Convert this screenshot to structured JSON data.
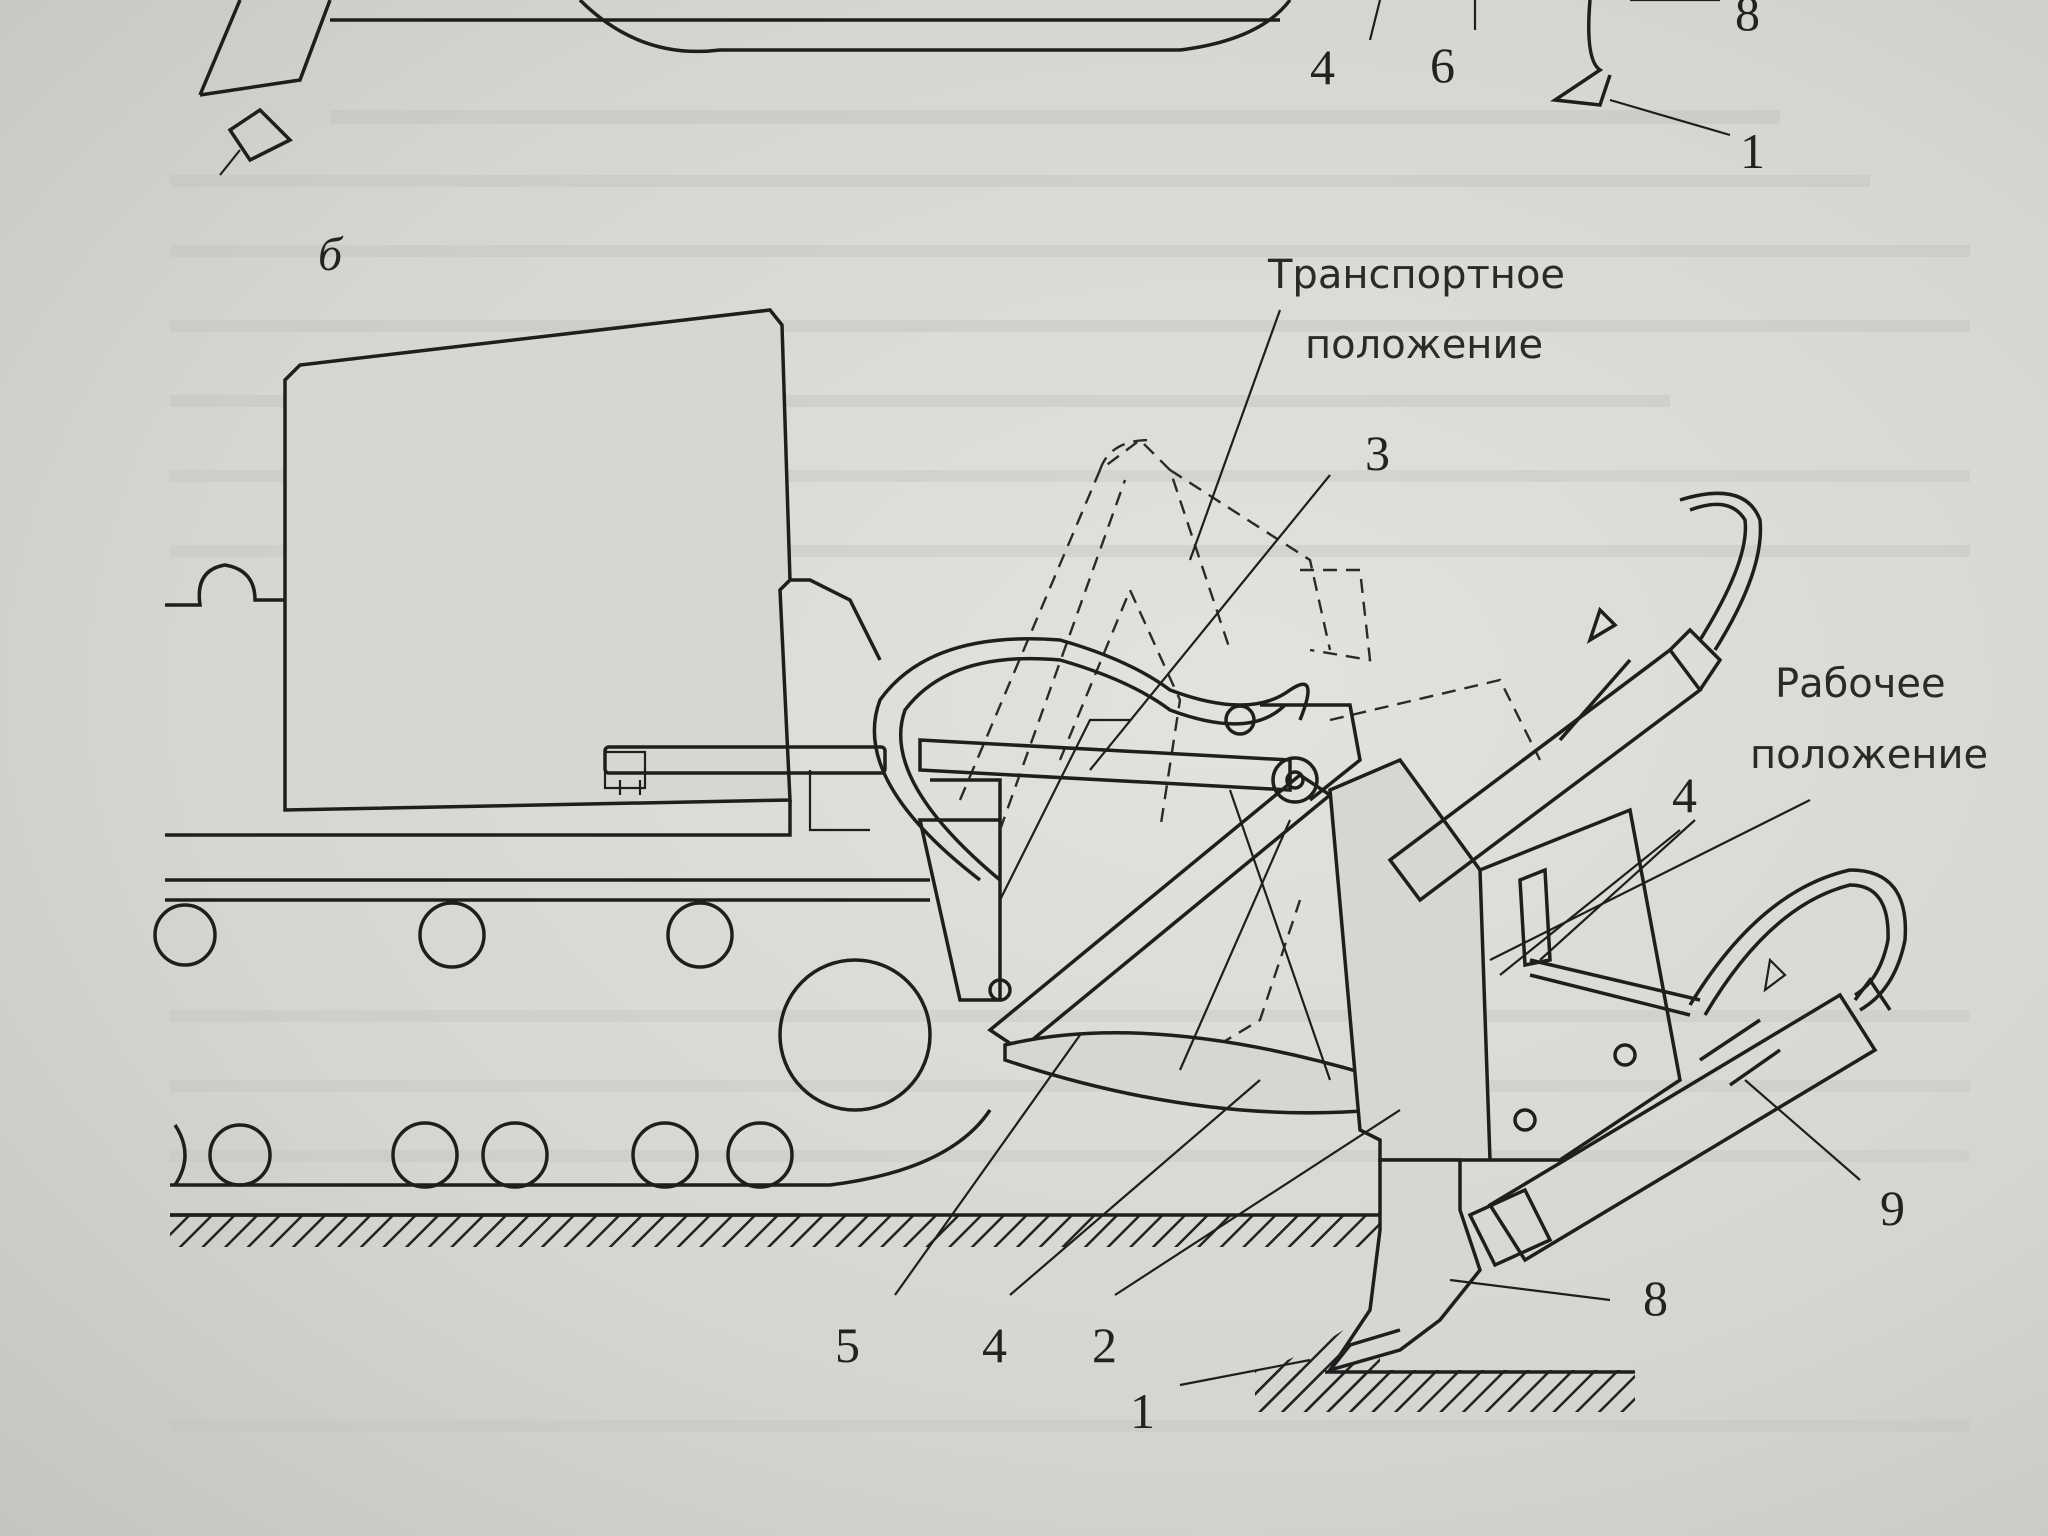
{
  "figure_label": "б",
  "callouts": {
    "transport_line1": "Транспортное",
    "transport_line2": "положение",
    "working_line1": "Рабочее",
    "working_line2": "положение"
  },
  "top_numbers": {
    "n4": "4",
    "n6": "6",
    "n8": "8",
    "n1": "1"
  },
  "part_numbers": {
    "n3": "3",
    "n4a": "4",
    "n9": "9",
    "n8": "8",
    "n5": "5",
    "n4b": "4",
    "n2": "2",
    "n1": "1"
  }
}
